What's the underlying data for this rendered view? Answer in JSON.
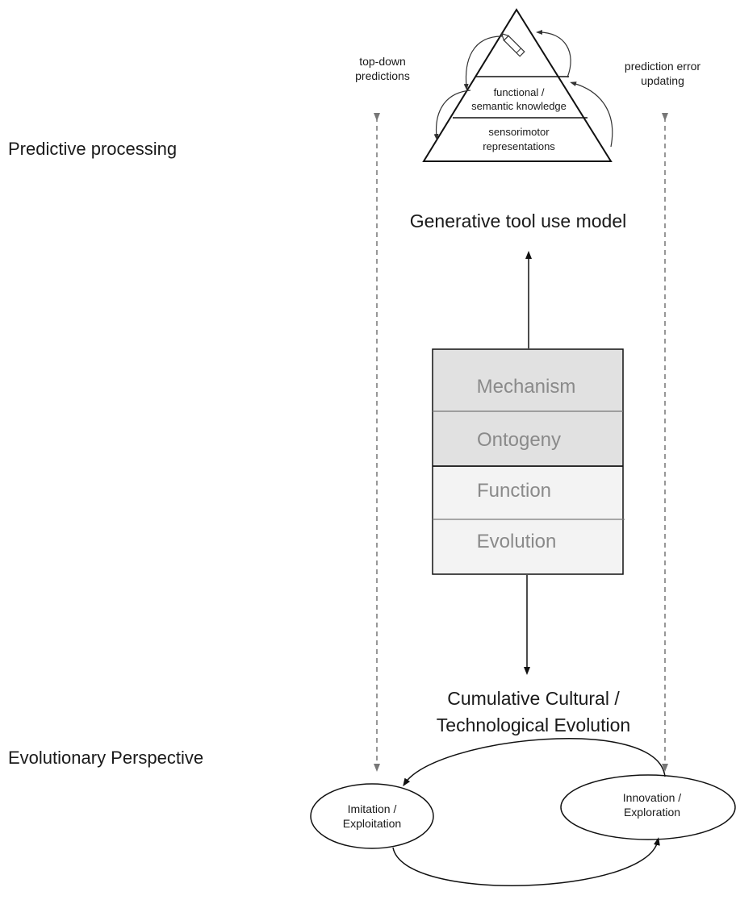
{
  "left_labels": {
    "predictive": "Predictive processing",
    "evolutionary": "Evolutionary Perspective"
  },
  "pyramid": {
    "middle_line1": "functional /",
    "middle_line2": "semantic knowledge",
    "bottom_line1": "sensorimotor",
    "bottom_line2": "representations",
    "apex_icon": "pencil-icon"
  },
  "annotations": {
    "topdown_line1": "top-down",
    "topdown_line2": "predictions",
    "error_line1": "prediction error",
    "error_line2": "updating"
  },
  "model_title": "Generative tool use model",
  "stack": {
    "layers": [
      "Mechanism",
      "Ontogeny",
      "Function",
      "Evolution"
    ],
    "colors": {
      "upper": "#e1e1e1",
      "lower": "#f3f3f3",
      "text": "#8a8a8a"
    }
  },
  "cultural": {
    "line1": "Cumulative Cultural /",
    "line2": "Technological Evolution"
  },
  "cycle": {
    "left_line1": "Imitation /",
    "left_line2": "Exploitation",
    "right_line1": "Innovation /",
    "right_line2": "Exploration"
  }
}
